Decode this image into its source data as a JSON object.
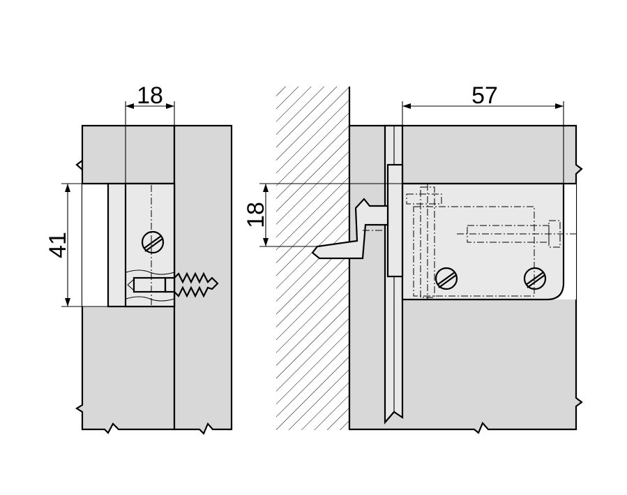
{
  "colors": {
    "panel": "#d8d8d8",
    "part": "#e9e9e9",
    "line": "#000000",
    "background": "#ffffff"
  },
  "dimensions": {
    "left_width": "18",
    "left_height": "41",
    "right_height": "18",
    "right_width": "57"
  }
}
